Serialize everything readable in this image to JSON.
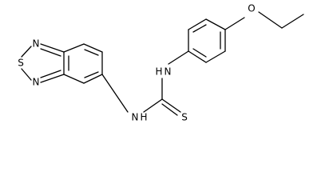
{
  "molecule": {
    "atoms": {
      "thiadiazole_N_top": "N",
      "thiadiazole_S": "S",
      "thiadiazole_N_bottom": "N",
      "amine_N_left": "N",
      "amine_H_left": "H",
      "thione_S": "S",
      "amine_N_right": "N",
      "amine_H_right": "H",
      "ether_O": "O"
    }
  }
}
